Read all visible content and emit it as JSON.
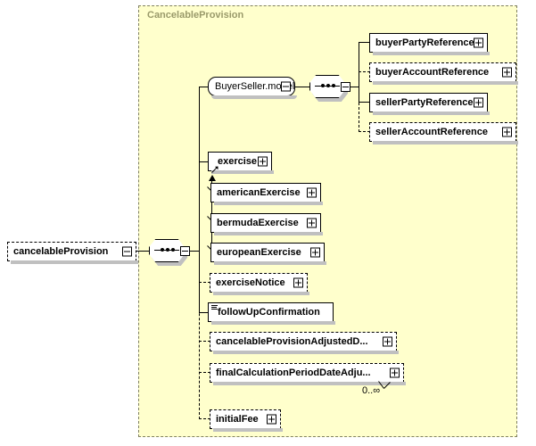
{
  "diagram": {
    "type": "xml-schema-diagram",
    "root_element": {
      "name": "cancelableProvision",
      "box_style": "dashed",
      "control": "minus",
      "control_label": "-"
    },
    "complex_type": {
      "title": "CancelableProvision",
      "compositor": "sequence",
      "compositor_control": "minus"
    },
    "model_group": {
      "name": "BuyerSeller.model",
      "shape": "rounded",
      "control": "minus",
      "compositor": "sequence",
      "compositor_control": "minus",
      "children": [
        {
          "name": "buyerPartyReference",
          "box_style": "solid",
          "control": "plus",
          "optional": false
        },
        {
          "name": "buyerAccountReference",
          "box_style": "dashed",
          "control": "plus",
          "optional": true
        },
        {
          "name": "sellerPartyReference",
          "box_style": "solid",
          "control": "plus",
          "optional": false
        },
        {
          "name": "sellerAccountReference",
          "box_style": "dashed",
          "control": "plus",
          "optional": true
        }
      ]
    },
    "sequence_children": [
      {
        "name": "exercise",
        "box_style": "solid",
        "control": "plus",
        "optional": false,
        "glyph": "substitution-arrow"
      },
      {
        "name": "exerciseNotice",
        "box_style": "dashed",
        "control": "plus",
        "optional": true
      },
      {
        "name": "followUpConfirmation",
        "box_style": "solid",
        "control": "none",
        "optional": false,
        "glyph": "simple-type-lines"
      },
      {
        "name": "cancelableProvisionAdjustedD...",
        "box_style": "dashed",
        "control": "plus",
        "optional": true
      },
      {
        "name": "finalCalculationPeriodDateAdju...",
        "box_style": "dashed",
        "control": "plus",
        "optional": true,
        "cardinality": "0..∞"
      },
      {
        "name": "initialFee",
        "box_style": "dashed",
        "control": "plus",
        "optional": true
      }
    ],
    "substitution_group": {
      "head": "exercise",
      "members": [
        {
          "name": "americanExercise",
          "box_style": "solid",
          "control": "plus"
        },
        {
          "name": "bermudaExercise",
          "box_style": "solid",
          "control": "plus"
        },
        {
          "name": "europeanExercise",
          "box_style": "solid",
          "control": "plus"
        }
      ]
    },
    "colors": {
      "panel_background": "#ffffcc",
      "panel_border": "#808060",
      "title_text": "#9a9a6a",
      "box_background": "#ffffff",
      "box_border": "#000000",
      "shadow": "#c0c0c0",
      "page_background": "#ffffff"
    }
  }
}
